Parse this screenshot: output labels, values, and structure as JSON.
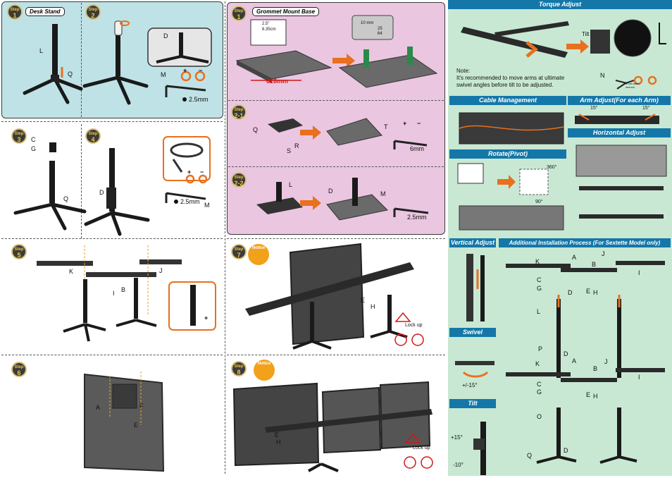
{
  "left_top": {
    "step1": {
      "word": "Step",
      "num": "1"
    },
    "step2": {
      "word": "Step",
      "num": "2"
    },
    "title": "Desk Stand",
    "labels": {
      "L": "L",
      "Q": "Q",
      "D": "D",
      "M": "M",
      "plus": "+",
      "minus": "−",
      "size": "2.5mm"
    }
  },
  "left_mid": {
    "step3": {
      "word": "Step",
      "num": "3"
    },
    "step4": {
      "word": "Step",
      "num": "4"
    },
    "labels": {
      "C": "C",
      "G": "G",
      "Q": "Q",
      "D": "D",
      "M": "M",
      "plus": "+",
      "minus": "−",
      "size": "2.5mm"
    }
  },
  "left_low": {
    "step5": {
      "word": "Step",
      "num": "5"
    },
    "labels": {
      "K": "K",
      "J": "J",
      "I": "I",
      "B": "B",
      "plus": "+"
    }
  },
  "left_bot": {
    "step6": {
      "word": "Step",
      "num": "6"
    },
    "labels": {
      "A": "A",
      "F": "F",
      "E": "E"
    }
  },
  "grommet": {
    "title": "Grommet Mount Base",
    "step1": {
      "word": "Step",
      "num": "1"
    },
    "step21": {
      "word": "Step",
      "num": "2-1"
    },
    "step22": {
      "word": "Step",
      "num": "2-2"
    },
    "dims": {
      "d1": "2.5\"",
      "d2": "6.35cm",
      "hole": "10 mm",
      "sz1": "25",
      "sz2": "64",
      "width": "628mm"
    },
    "labels": {
      "Q": "Q",
      "T": "T",
      "S": "S",
      "R": "R",
      "L": "L",
      "D": "D",
      "M": "M",
      "size1": "6mm",
      "size2": "2.5mm",
      "plus": "+",
      "minus": "−"
    }
  },
  "mid_low": {
    "step7": {
      "word": "Step",
      "num": "7"
    },
    "step8": {
      "word": "Step",
      "num": "8"
    },
    "notice": "Notice",
    "lockup": "Lock up",
    "labels": {
      "E": "E",
      "H": "H",
      "E2": "E",
      "H2": "H"
    }
  },
  "right": {
    "torque_title": "Torque Adjust",
    "tilt": "Tilt",
    "note_title": "Note:",
    "note_text": "It's  recommended to move arms at ultimate swivel angles before tilt to be adjusted.",
    "N": "N",
    "allen": "6 mm Allen wrench",
    "cable_title": "Cable Management",
    "arm_title": "Arm Adjust(For each Arm)",
    "arm_left": "15°",
    "arm_right": "15°",
    "rotate_title": "Rotate(Pivot)",
    "deg360": "360°",
    "deg90": "90°",
    "horizontal_title": "Horizontal Adjust",
    "vertical_title": "Vertical Adjust",
    "additional_title": "Additional Installation Process (For Sextette Model only)",
    "swivel_title": "Swivel",
    "swivel_deg": "+/-15°",
    "tilt_title": "Tilt",
    "tilt_up": "+15°",
    "tilt_down": "-10°",
    "labels": {
      "K": "K",
      "A": "A",
      "J": "J",
      "B": "B",
      "I": "I",
      "C": "C",
      "G": "G",
      "D": "D",
      "E": "E",
      "H": "H",
      "L": "L",
      "P": "P",
      "K2": "K",
      "A2": "A",
      "B2": "B",
      "I2": "I",
      "C2": "C",
      "G2": "G",
      "D2": "D",
      "E2": "E",
      "H2": "H",
      "O": "O",
      "Q": "Q",
      "D3": "D",
      "J2": "J"
    }
  },
  "colors": {
    "blue_panel": "#bfe2e6",
    "pink_panel": "#ebc6e0",
    "green_panel": "#c8e8d3",
    "header": "#1477a8",
    "orange": "#e8701e"
  }
}
